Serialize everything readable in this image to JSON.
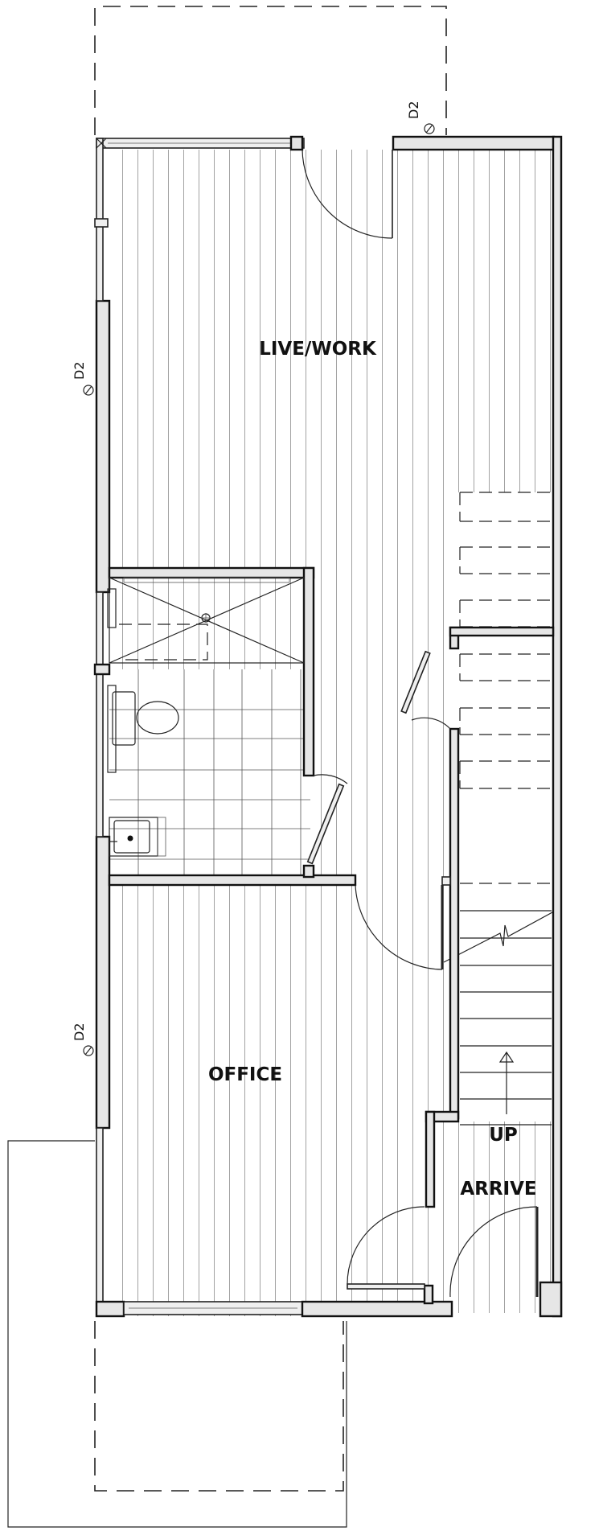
{
  "rooms": {
    "live_work": "LIVE/WORK",
    "office": "OFFICE",
    "arrive": "ARRIVE",
    "up": "UP"
  },
  "section_marks": {
    "top_right": "D2",
    "left_upper": "D2",
    "left_lower": "D2"
  }
}
